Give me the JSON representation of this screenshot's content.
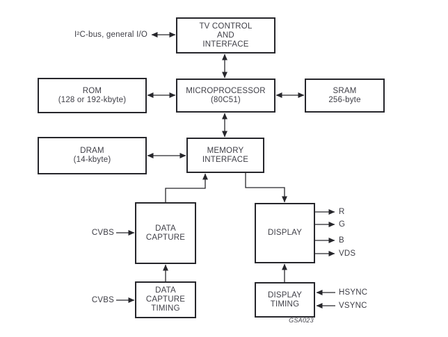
{
  "diagram": {
    "figure_code": "GSA023",
    "colors": {
      "background": "#ffffff",
      "line": "#26262b",
      "text": "#3e3e46"
    },
    "boxes": {
      "tv_control": {
        "line1": "TV CONTROL",
        "line2": "AND",
        "line3": "INTERFACE"
      },
      "rom": {
        "line1": "ROM",
        "line2": "(128 or 192-kbyte)"
      },
      "microprocessor": {
        "line1": "MICROPROCESSOR",
        "line2": "(80C51)"
      },
      "sram": {
        "line1": "SRAM",
        "line2": "256-byte"
      },
      "dram": {
        "line1": "DRAM",
        "line2": "(14-kbyte)"
      },
      "memory_interface": {
        "line1": "MEMORY",
        "line2": "INTERFACE"
      },
      "data_capture": {
        "line1": "DATA",
        "line2": "CAPTURE"
      },
      "display": {
        "line1": "DISPLAY"
      },
      "data_capture_timing": {
        "line1": "DATA",
        "line2": "CAPTURE",
        "line3": "TIMING"
      },
      "display_timing": {
        "line1": "DISPLAY",
        "line2": "TIMING"
      }
    },
    "signals": {
      "i2c": "I²C-bus, general I/O",
      "cvbs_capture": "CVBS",
      "cvbs_timing": "CVBS",
      "r": "R",
      "g": "G",
      "b": "B",
      "vds": "VDS",
      "hsync": "HSYNC",
      "vsync": "VSYNC"
    }
  }
}
